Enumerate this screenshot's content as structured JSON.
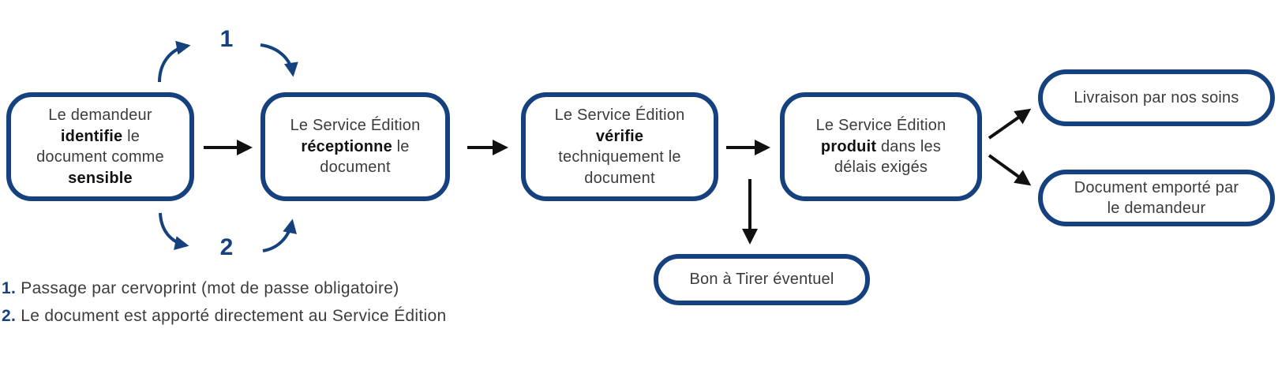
{
  "colors": {
    "navy": "#15417E",
    "arrow_black": "#111111",
    "text": "#3C3C3B",
    "text_bold": "#121212",
    "background": "#FFFFFF"
  },
  "flow": {
    "box_identify": {
      "l1": "Le demandeur",
      "l2_bold": "identifie",
      "l2_rest": " le",
      "l3": "document comme",
      "l4_bold": "sensible"
    },
    "box_reception": {
      "l1": "Le Service Édition",
      "l2_bold": "réceptionne",
      "l2_rest": " le",
      "l3": "document"
    },
    "box_verify": {
      "l1": "Le Service Édition",
      "l2_bold": "vérifie",
      "l3": "techniquement le",
      "l4": "document"
    },
    "box_produce": {
      "l1": "Le Service Édition",
      "l2_bold": "produit",
      "l2_rest": " dans les",
      "l3": "délais exigés"
    },
    "box_delivery": {
      "text": "Livraison par nos soins"
    },
    "box_pickup": {
      "l1": "Document emporté par",
      "l2": "le demandeur"
    },
    "box_bat": {
      "text": "Bon à Tirer éventuel"
    }
  },
  "annotations": {
    "route1_label": "1",
    "route2_label": "2"
  },
  "legend": {
    "item1_num": "1.",
    "item1_text": "Passage par cervoprint (mot de passe obligatoire)",
    "item2_num": "2.",
    "item2_text": "Le document est apporté directement au Service Édition"
  }
}
